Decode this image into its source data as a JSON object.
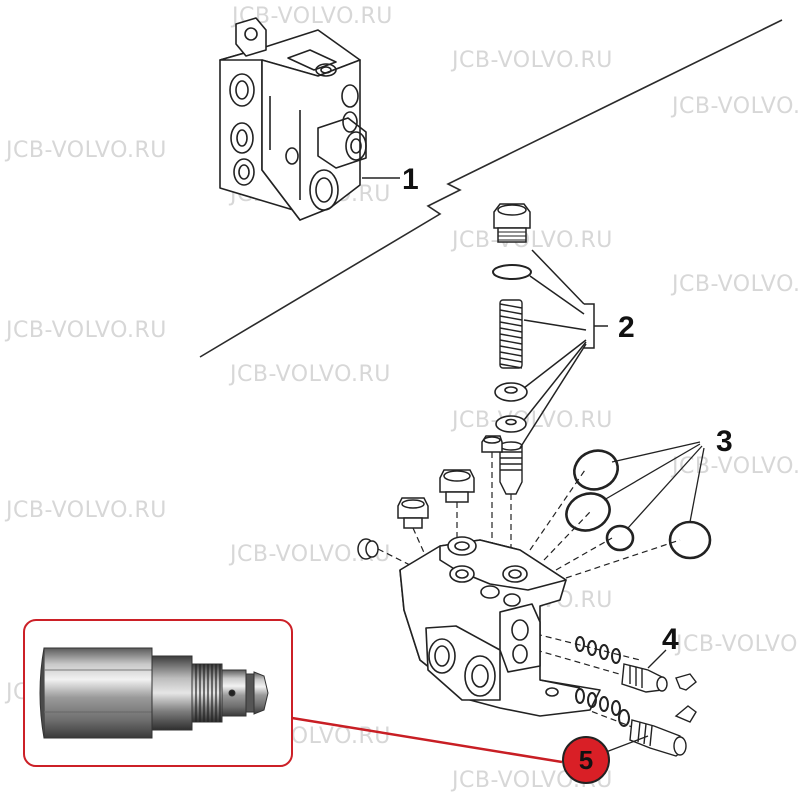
{
  "watermark_text": "JCB-VOLVO.RU",
  "callouts": {
    "c1": "1",
    "c2": "2",
    "c3": "3",
    "c4": "4",
    "c5": "5"
  },
  "colors": {
    "line": "#2b2b2b",
    "leader_red": "#c81e24",
    "badge_red": "#d91f26",
    "frame_red": "#cc2027",
    "watermark": "#d7d7d7"
  }
}
